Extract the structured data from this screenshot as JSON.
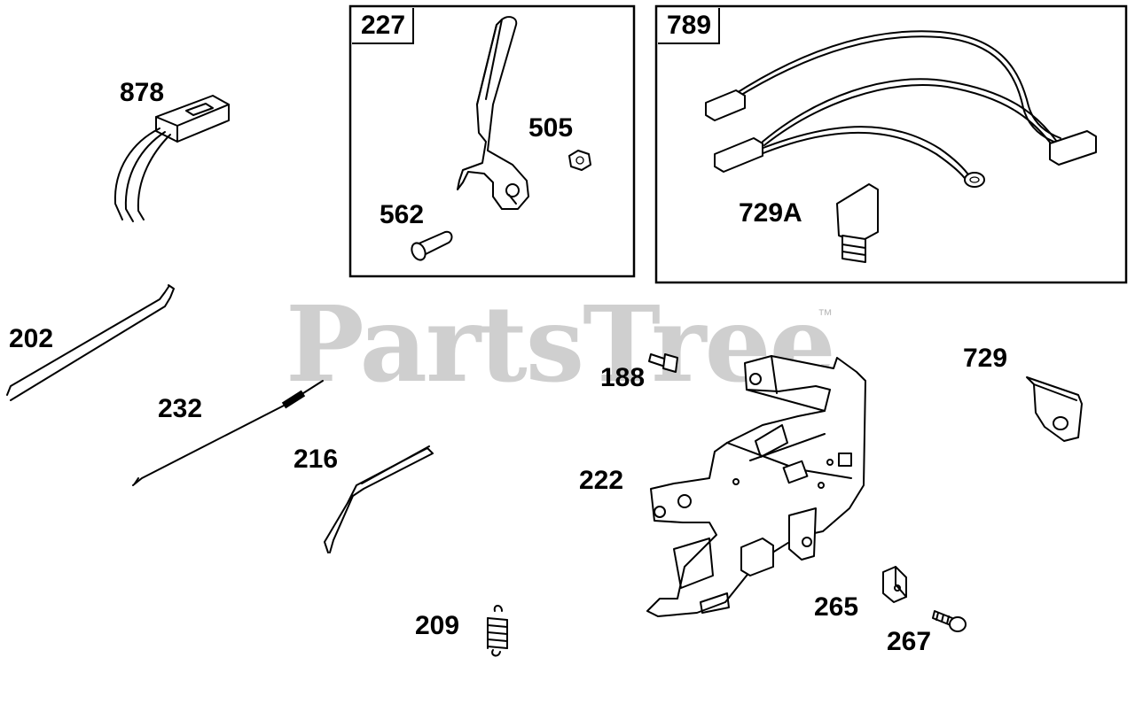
{
  "watermark": {
    "text": "PartsTree",
    "trademark": "™"
  },
  "boxes": [
    {
      "id": "box-227",
      "label": "227"
    },
    {
      "id": "box-789",
      "label": "789"
    }
  ],
  "callouts": {
    "p878": "878",
    "p505": "505",
    "p562": "562",
    "p729A": "729A",
    "p202": "202",
    "p232": "232",
    "p216": "216",
    "p188": "188",
    "p222": "222",
    "p729": "729",
    "p209": "209",
    "p265": "265",
    "p267": "267"
  }
}
